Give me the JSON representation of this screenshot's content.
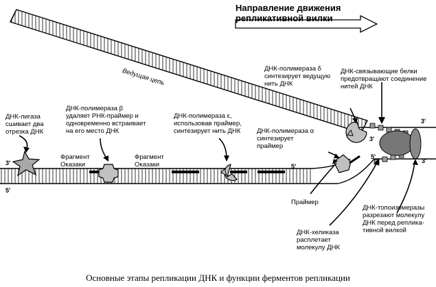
{
  "direction": {
    "title": "Направление движения\nрепликативной вилки"
  },
  "labels": {
    "leading_strand": "Ведущая цепь",
    "ligase": "ДНК-лигаза\nсшивает два\nотрезка ДНК",
    "pol_beta": "ДНК-полимераза β\nудаляет РНК-праймер и\nодновременно встраивает\nна его место ДНК",
    "pol_epsilon": "ДНК-полимераза ε,\nиспользовав праймер,\nсинтезирует нить ДНК",
    "pol_delta": "ДНК-полимераза δ\nсинтезирует ведущую\nнить ДНК",
    "ssb": "ДНК-связывающие белки\nпредотвращают соединение\nнитей ДНК",
    "pol_alpha": "ДНК-полимераза α\nсинтезирует\nпраймер",
    "okazaki_1": "Фрагмент\nОказаки",
    "okazaki_2": "Фрагмент\nОказаки",
    "primer": "Праймер",
    "helicase": "ДНК-хеликаза\nрасплетает\nмолекулу ДНК",
    "topoisomerase": "ДНК-топоизомеразы\nразрезают молекулу\nДНК перед реплика-\nтивной вилкой"
  },
  "ends": {
    "top_right": "3'",
    "lead_left": "3'",
    "bottom_right": "3'",
    "lag_top_left": "3'",
    "lag_bottom_left": "5'",
    "lag_inner_right": "5'",
    "fork_5prime": "5'"
  },
  "caption": "Основные этапы репликации ДНК и функции ферментов репликации"
}
